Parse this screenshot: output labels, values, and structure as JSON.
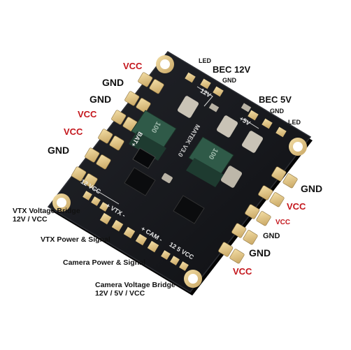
{
  "labels": {
    "left_pads": [
      "VCC",
      "GND",
      "GND",
      "VCC",
      "VCC",
      "GND"
    ],
    "right_pads": [
      "GND",
      "VCC",
      "VCC",
      "GND",
      "GND",
      "VCC"
    ],
    "top_led": "LED",
    "bec12": {
      "name": "BEC 12V",
      "gnd": "GND"
    },
    "bec5": {
      "name": "BEC 5V",
      "gnd": "GND",
      "led": "LED"
    }
  },
  "descriptions": {
    "vtx_bridge": [
      "VTX Voltage Bridge",
      "12V / VCC"
    ],
    "vtx_power": "VTX Power & Signal",
    "cam_power": "Camera Power & Signal",
    "cam_bridge": [
      "Camera Voltage Bridge",
      "12V / 5V / VCC"
    ]
  },
  "silkscreen": {
    "v12": "12V",
    "v5": "+5V",
    "inductor_a": "100",
    "inductor_b": "100",
    "board_name": "MATEK V3.0",
    "vcc_12": "12 VCC",
    "vtx": "+ VTX -",
    "cam": "+ CAM -",
    "cam_sel": "12 5 VCC",
    "batt": "BAT+"
  },
  "colors": {
    "board": "#15161a",
    "pad": "#e6c98a",
    "accent_red": "#c4161c"
  }
}
